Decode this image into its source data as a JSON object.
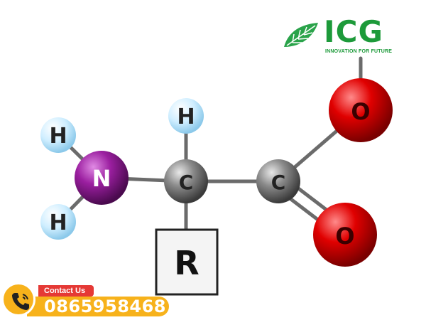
{
  "logo": {
    "word_part1": "IC",
    "word_part2": "G",
    "tagline": "INNOVATION FOR FUTURE",
    "icon": "leaf-icon"
  },
  "molecule": {
    "atoms": {
      "h_top": "H",
      "h_left_top": "H",
      "h_left_bottom": "H",
      "n": "N",
      "c_alpha": "C",
      "c_carboxyl": "C",
      "o_top": "O",
      "o_bottom": "O",
      "r_group": "R"
    },
    "colors": {
      "hydrogen": "#cfeeff",
      "nitrogen": "#8a1a8f",
      "carbon": "#7a7a7a",
      "oxygen": "#e00000",
      "bond": "#6b6b6b"
    }
  },
  "contact": {
    "tag": "Contact Us",
    "phone": "0865958468",
    "icon": "phone-icon",
    "accent": "#f7b21b",
    "tag_color": "#e53935"
  }
}
